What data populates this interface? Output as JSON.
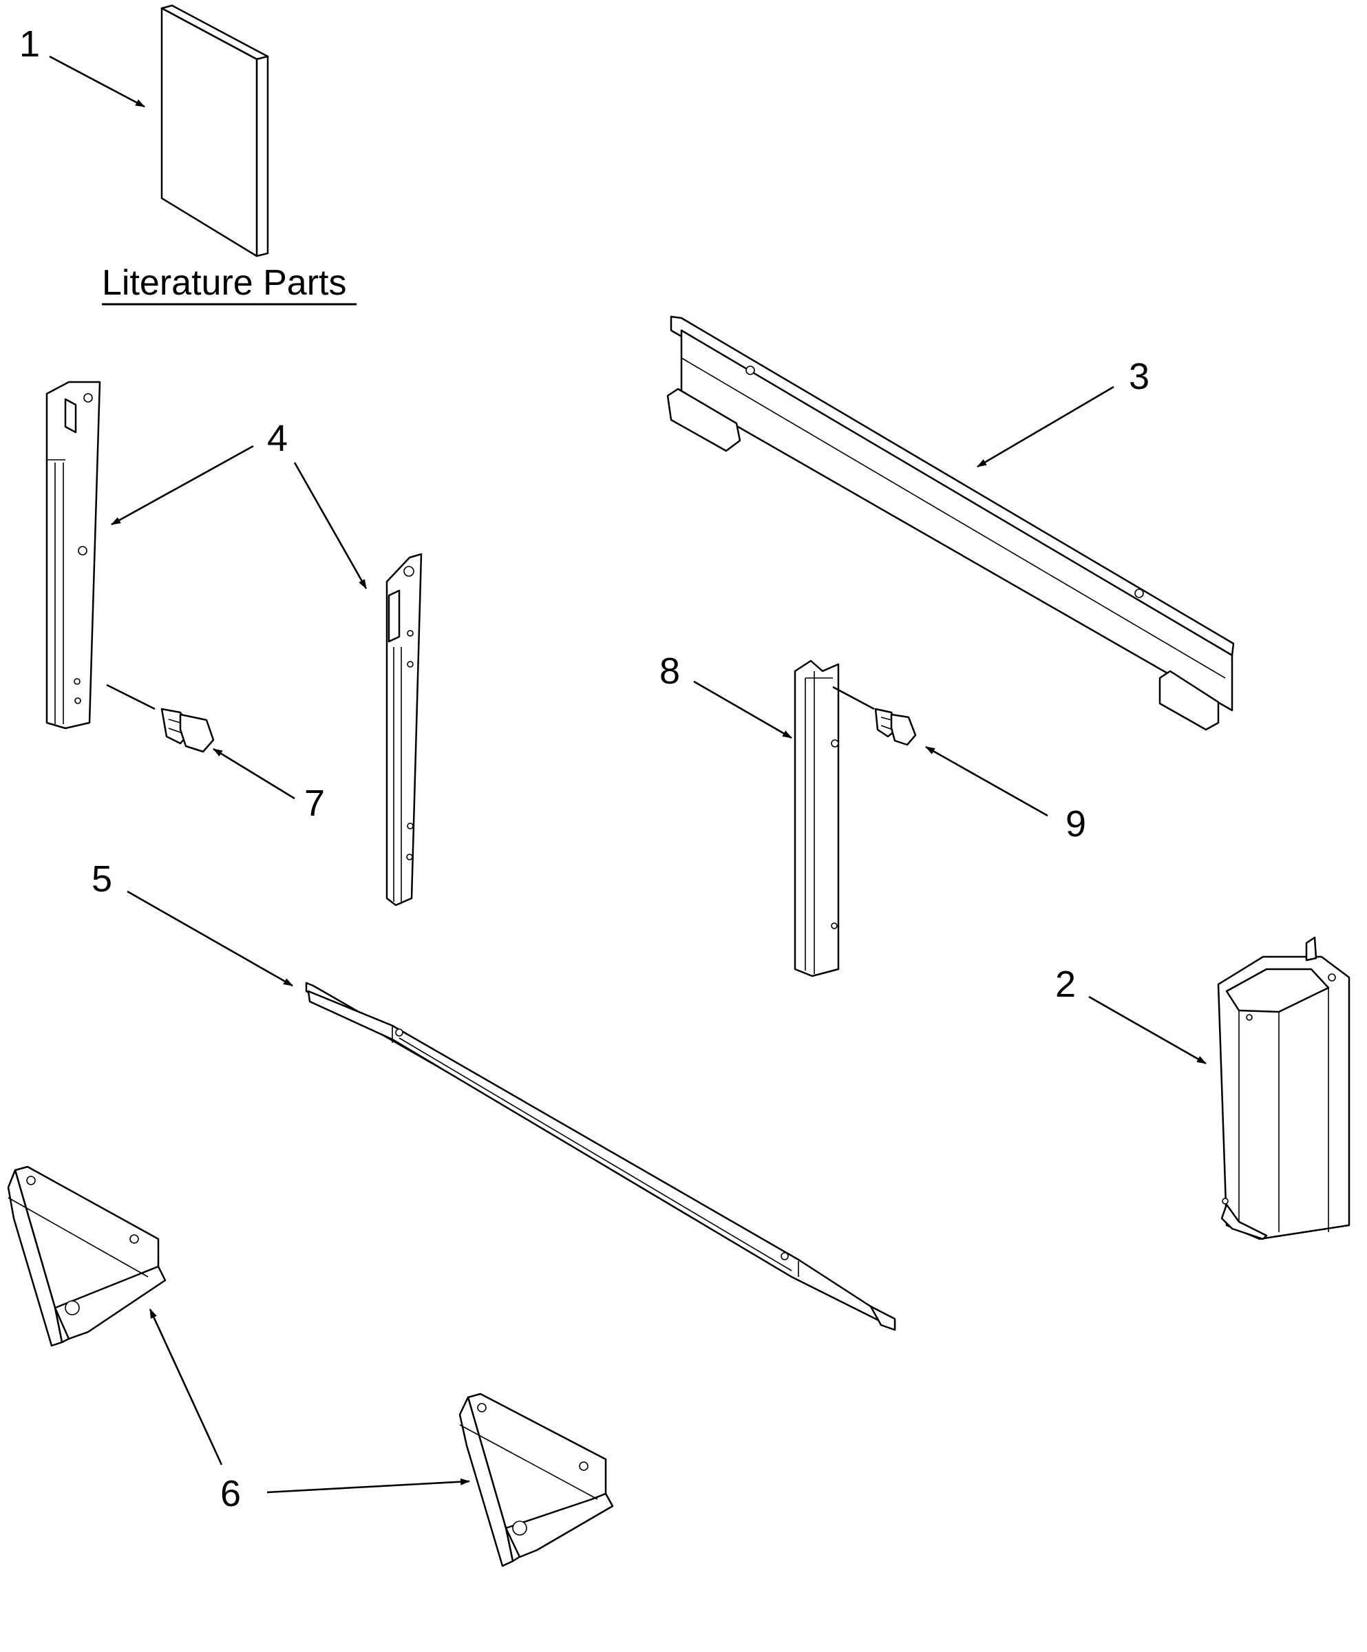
{
  "literature": {
    "title": "Literature Parts"
  },
  "callouts": [
    {
      "id": "1",
      "label": "1"
    },
    {
      "id": "2",
      "label": "2"
    },
    {
      "id": "3",
      "label": "3"
    },
    {
      "id": "4",
      "label": "4"
    },
    {
      "id": "5",
      "label": "5"
    },
    {
      "id": "6",
      "label": "6"
    },
    {
      "id": "7",
      "label": "7"
    },
    {
      "id": "8",
      "label": "8"
    },
    {
      "id": "9",
      "label": "9"
    }
  ]
}
